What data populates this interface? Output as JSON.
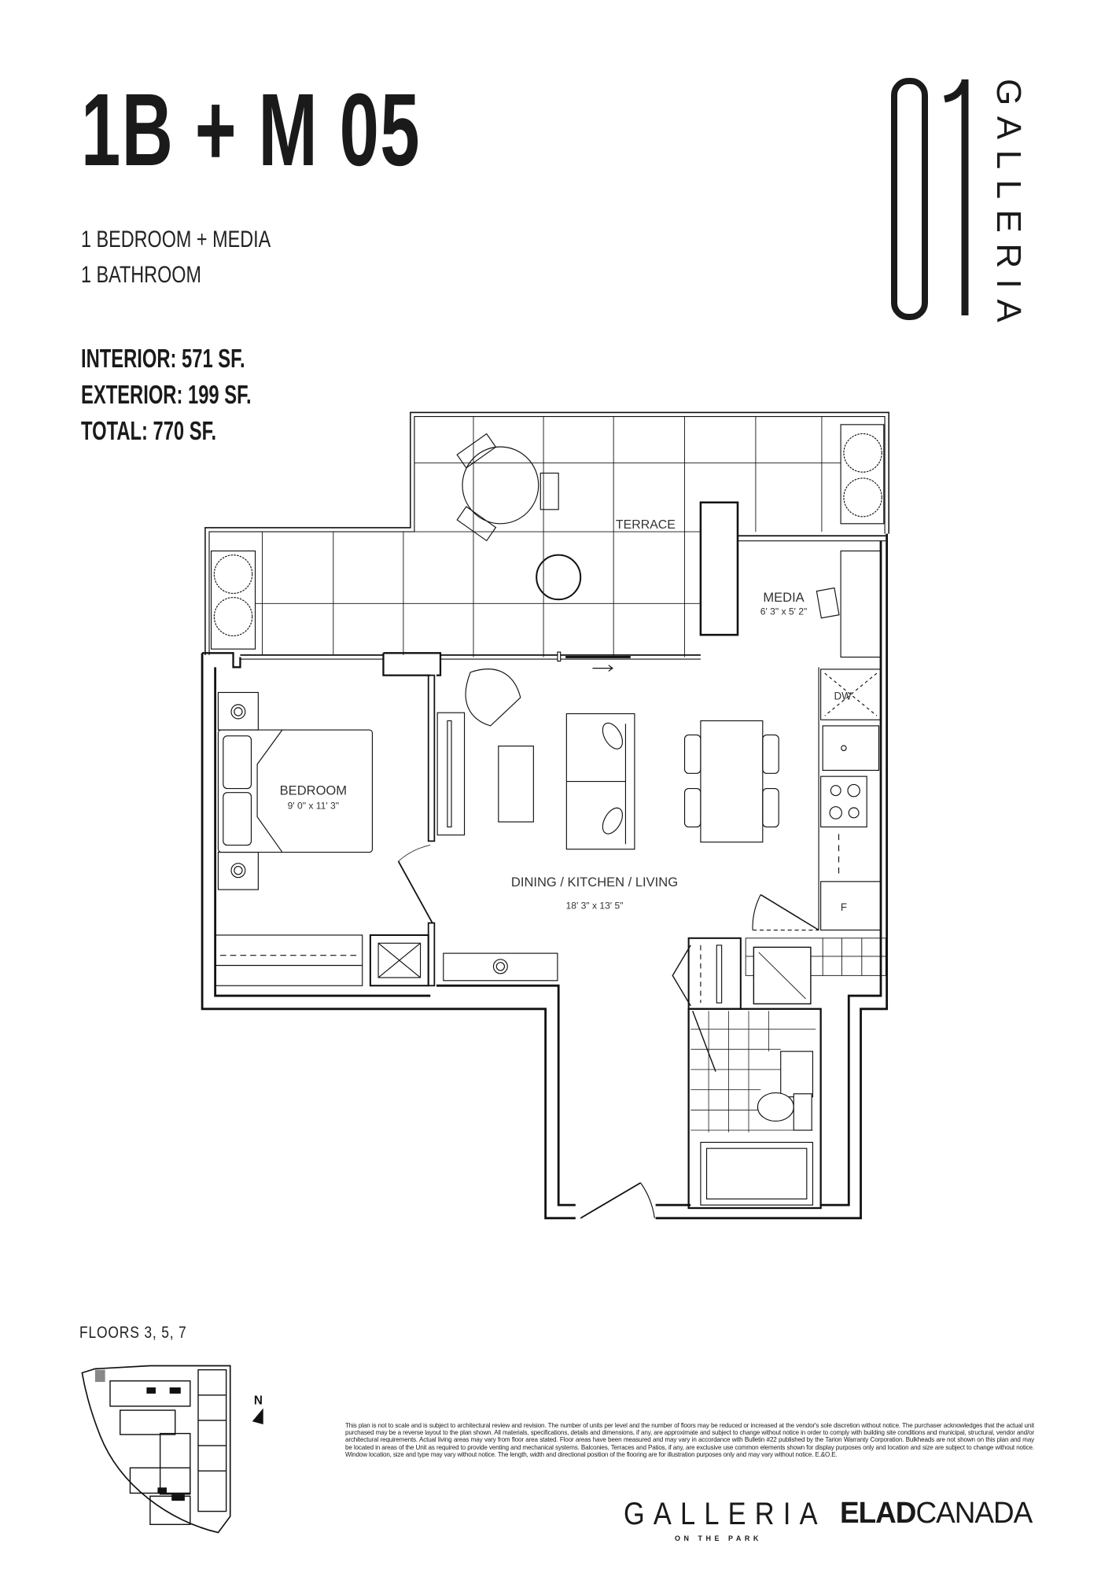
{
  "unit": {
    "name": "1B + M 05",
    "type_line1": "1 BEDROOM + MEDIA",
    "type_line2": "1 BATHROOM",
    "areas": [
      {
        "label": "INTERIOR:",
        "value": "571 SF."
      },
      {
        "label": "EXTERIOR:",
        "value": "199 SF."
      },
      {
        "label": "TOTAL:",
        "value": "770 SF."
      }
    ]
  },
  "brand": {
    "mark_number": "01",
    "mark_word": "GALLERIA"
  },
  "rooms": {
    "terrace": "TERRACE",
    "media": {
      "name": "MEDIA",
      "dims": "6' 3\" x 5' 2\""
    },
    "bedroom": {
      "name": "BEDROOM",
      "dims": "9' 0\" x 11' 3\""
    },
    "living": {
      "name": "DINING / KITCHEN / LIVING",
      "dims": "18' 3\" x 13' 5\""
    },
    "dishwasher": "DW",
    "fridge": "F"
  },
  "keyplan": {
    "floors_label": "FLOORS 3, 5, 7",
    "north": "N"
  },
  "disclaimer": "This plan is not to scale and is subject to architectural review and revision. The number of units per level and the number of floors may be reduced or increased at the vendor's sole discretion without notice. The purchaser acknowledges that the actual unit purchased may be a reverse layout to the plan shown. All materials, specifications, details and dimensions, if any, are approximate and subject to change without notice in order to comply with building site conditions and municipal, structural, vendor and/or architectural requirements. Actual living areas may vary from floor area stated. Floor areas have been measured and may vary in accordance with Bulletin #22 published by the Tarion Warranty Corporation. Bulkheads are not shown on this plan and may be located in areas of the Unit as required to provide venting and mechanical systems. Balconies, Terraces and Patios, if any, are exclusive use common elements shown for display purposes only and location and size are subject to change without notice. Window location, size and type may vary without notice. The length, width and directional position of the flooring are for illustration purposes only and may vary without notice. E.&O.E.",
  "logos": {
    "galleria": "GALLERIA",
    "galleria_sub": "ON THE PARK",
    "elad_bold": "ELAD",
    "elad_light": "CANADA"
  }
}
